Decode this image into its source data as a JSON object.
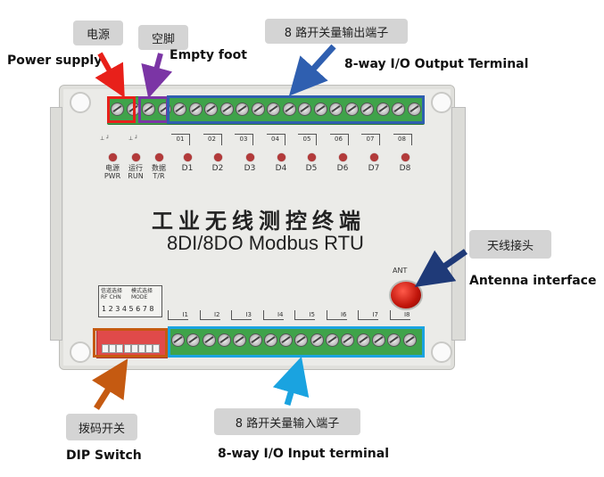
{
  "callouts": {
    "power_cn": "电源",
    "power_en": "Power supply",
    "empty_cn": "空脚",
    "empty_en": "Empty foot",
    "output_cn": "8 路开关量输出端子",
    "output_en": "8-way I/O Output Terminal",
    "antenna_cn": "天线接头",
    "antenna_en": "Antenna interface",
    "dip_cn": "拨码开关",
    "dip_en": "DIP Switch",
    "input_cn": "8 路开关量输入端子",
    "input_en": "8-way I/O Input terminal"
  },
  "device": {
    "title_cn": "工业无线测控终端",
    "title_en": "8DI/8DO Modbus RTU",
    "antenna_label": "ANT",
    "leds": [
      {
        "cn": "电源",
        "en": "PWR"
      },
      {
        "cn": "运行",
        "en": "RUN"
      },
      {
        "cn": "数据",
        "en": "T/R"
      },
      {
        "cn": "",
        "en": "D1"
      },
      {
        "cn": "",
        "en": "D2"
      },
      {
        "cn": "",
        "en": "D3"
      },
      {
        "cn": "",
        "en": "D4"
      },
      {
        "cn": "",
        "en": "D5"
      },
      {
        "cn": "",
        "en": "D6"
      },
      {
        "cn": "",
        "en": "D7"
      },
      {
        "cn": "",
        "en": "D8"
      }
    ],
    "output_marks": [
      "01",
      "02",
      "03",
      "04",
      "05",
      "06",
      "07",
      "08"
    ],
    "input_marks": [
      "I1",
      "I2",
      "I3",
      "I4",
      "I5",
      "I6",
      "I7",
      "I8"
    ],
    "dip_header_left": "信道选择 RF CHN",
    "dip_header_right": "模式选择 MODE",
    "dip_numbers": "1 2 3 4 5 6 7 8"
  },
  "colors": {
    "power_box": "#e8201a",
    "empty_box": "#7b35a5",
    "output_box": "#2f5fb0",
    "antenna_arrow": "#1f3a78",
    "dip_box": "#c55a11",
    "input_box": "#1aa3e0",
    "terminal_green": "#3fa34a",
    "led_red": "#b33a3a"
  }
}
